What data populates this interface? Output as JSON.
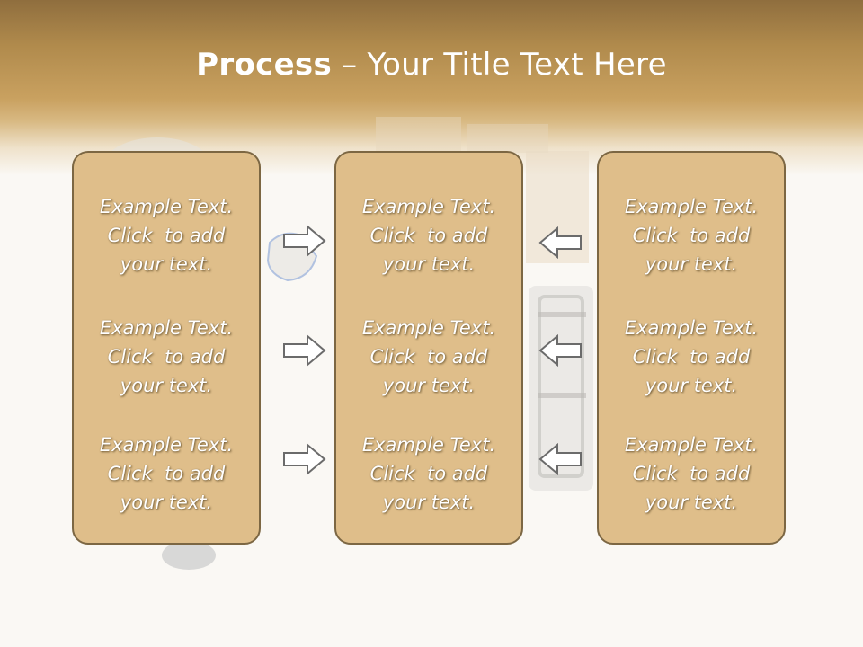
{
  "slide": {
    "title_bold": "Process",
    "title_rest": " – Your Title Text Here"
  },
  "panels": [
    {
      "items": [
        {
          "line1": "Example Text.",
          "line2": "Click  to add",
          "line3": "your text."
        },
        {
          "line1": "Example Text.",
          "line2": "Click  to add",
          "line3": "your text."
        },
        {
          "line1": "Example Text.",
          "line2": "Click  to add",
          "line3": "your text."
        }
      ]
    },
    {
      "items": [
        {
          "line1": "Example Text.",
          "line2": "Click  to add",
          "line3": "your text."
        },
        {
          "line1": "Example Text.",
          "line2": "Click  to add",
          "line3": "your text."
        },
        {
          "line1": "Example Text.",
          "line2": "Click  to add",
          "line3": "your text."
        }
      ]
    },
    {
      "items": [
        {
          "line1": "Example Text.",
          "line2": "Click  to add",
          "line3": "your text."
        },
        {
          "line1": "Example Text.",
          "line2": "Click  to add",
          "line3": "your text."
        },
        {
          "line1": "Example Text.",
          "line2": "Click  to add",
          "line3": "your text."
        }
      ]
    }
  ],
  "icons": {
    "left_arrows": "arrow-right-icon",
    "right_arrows": "arrow-left-icon"
  },
  "colors": {
    "panel_fill": "#dfbe8a",
    "panel_border": "#7c6743",
    "header_band": "#c9a160",
    "text": "#ffffff"
  }
}
